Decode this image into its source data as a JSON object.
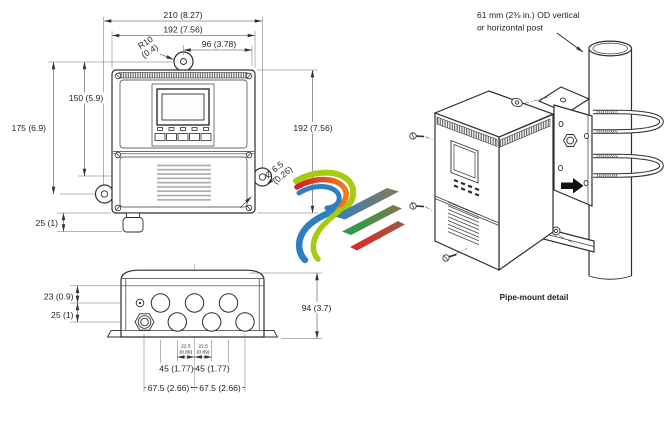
{
  "front_view": {
    "dim_overall_width": "210 (8.27)",
    "dim_body_width": "192 (7.56)",
    "dim_half_width": "96 (3.78)",
    "dim_tab_radius": "R10",
    "dim_tab_radius_in": "(0.4)",
    "dim_height_to_right_tab": "150 (5.9)",
    "dim_height_to_left_tab": "175 (6.9)",
    "dim_gland_drop": "25 (1)",
    "dim_body_height": "192 (7.56)",
    "dim_hole_dia": "Ø 6.5",
    "dim_hole_dia_in": "(0.26)"
  },
  "bottom_view": {
    "dim_top_to_row1": "23 (0.9)",
    "dim_row1_to_row2": "25 (1)",
    "dim_depth": "94 (3.7)",
    "dim_stagger_mm": "22.5",
    "dim_stagger_in": "(0.89)",
    "dim_hole_pitch": "45 (1.77)",
    "dim_outer_pitch": "67.5 (2.66)"
  },
  "pipe_mount": {
    "callout_line1": "61 mm (2⅜ in.) OD vertical",
    "callout_line2": "or horizontal post",
    "caption": "Pipe-mount detail"
  },
  "colors": {
    "line": "#2e2e2e",
    "watermark_blue": "#2e7fc2",
    "watermark_green": "#21a14a",
    "watermark_red": "#df2826",
    "watermark_lime": "#a6cc12",
    "watermark_orange": "#ef7d1a"
  }
}
